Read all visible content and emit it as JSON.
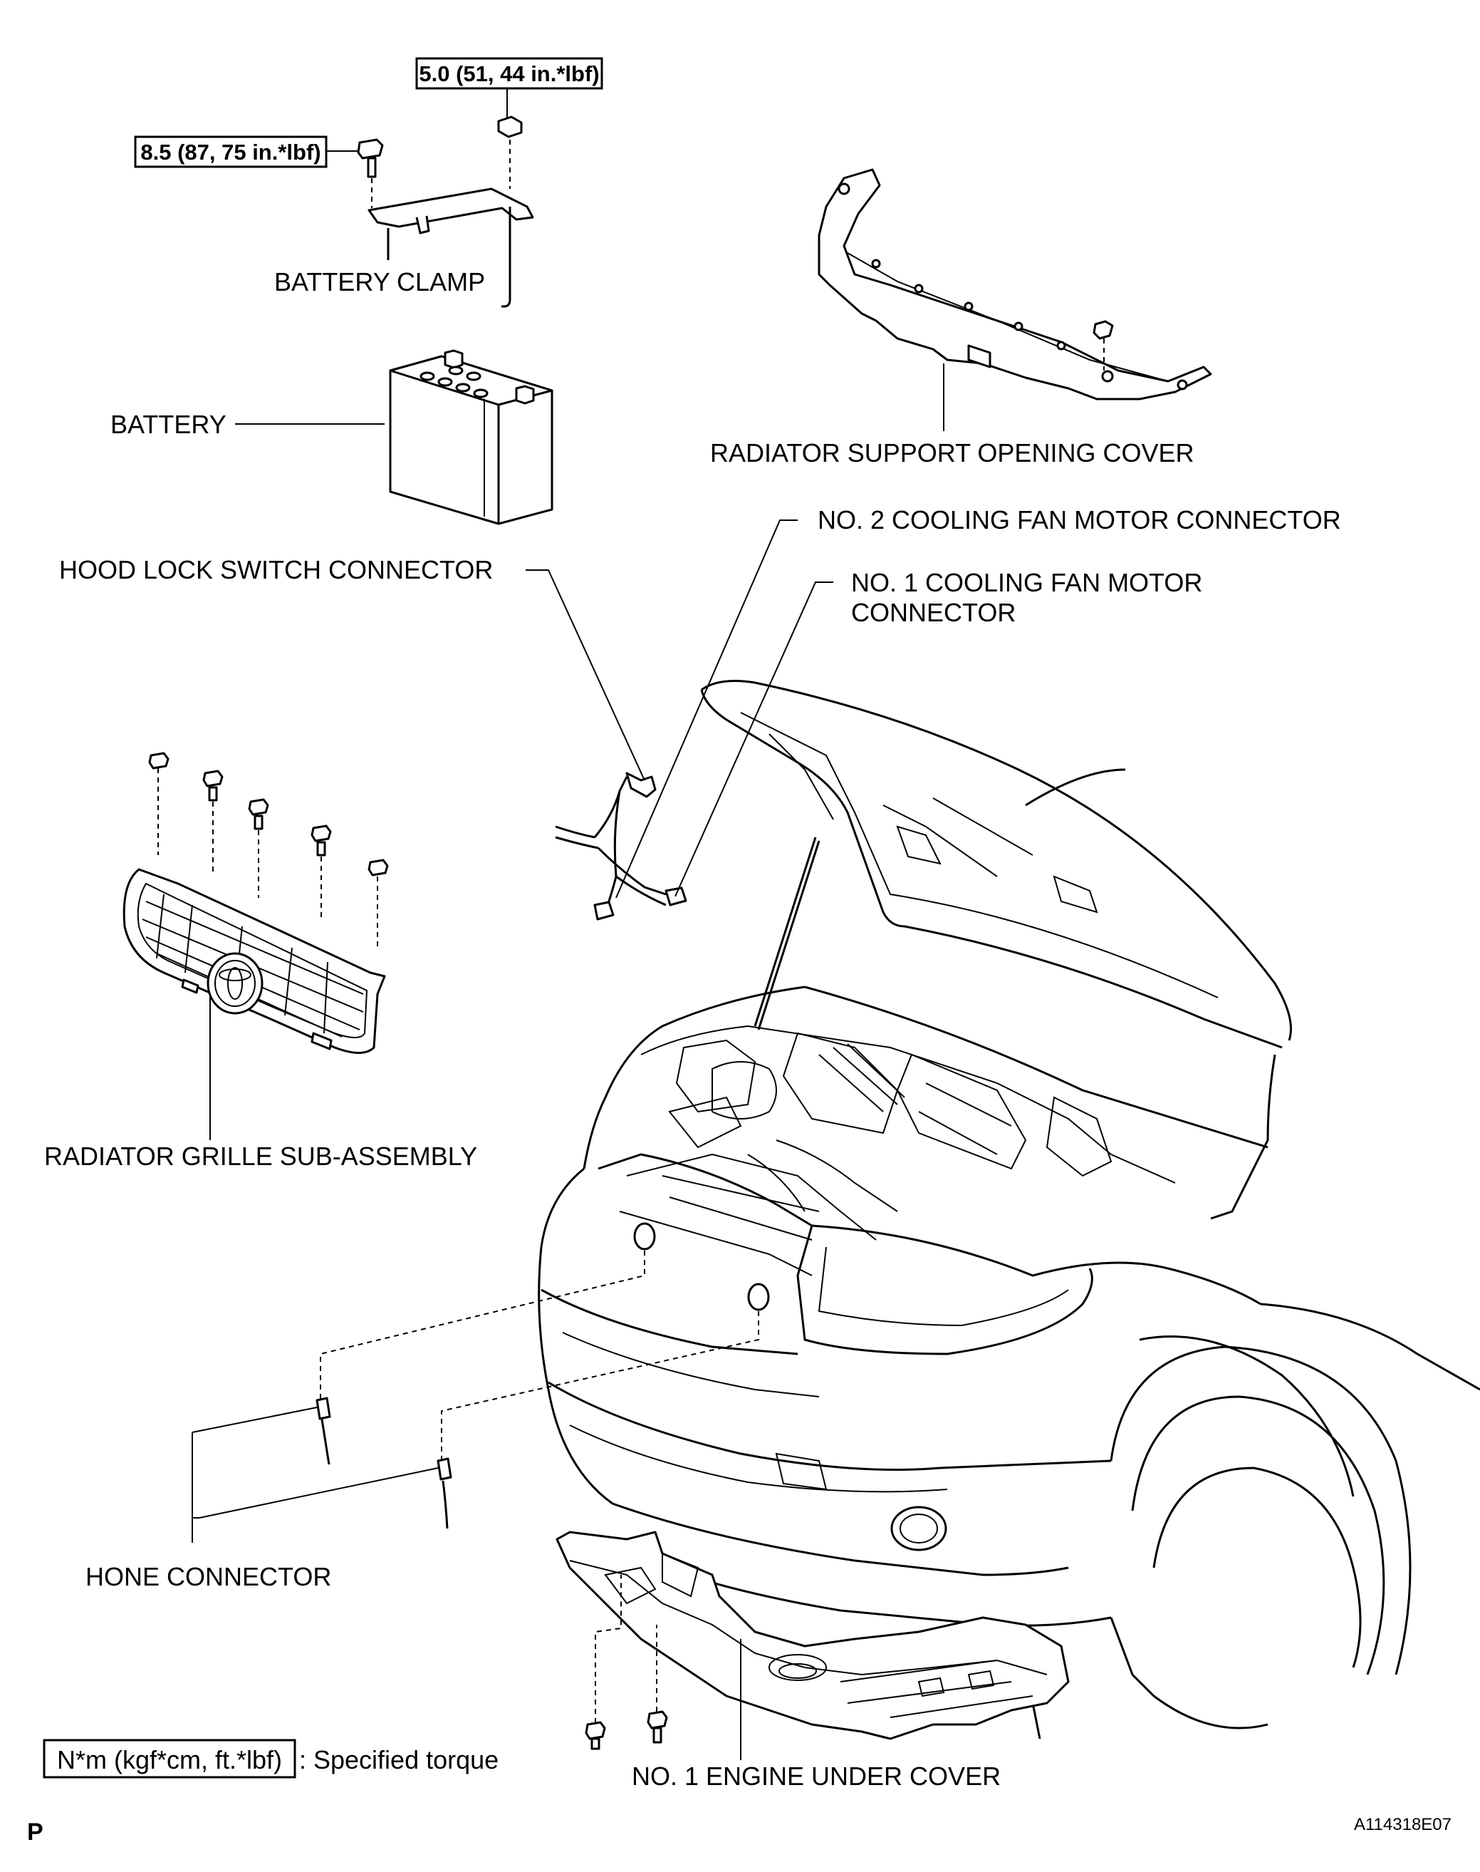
{
  "torque_specs": {
    "battery_clamp_nut": "5.0 (51, 44 in.*lbf)",
    "battery_clamp_bolt": "8.5 (87, 75 in.*lbf)"
  },
  "parts": {
    "battery_clamp": "BATTERY CLAMP",
    "battery": "BATTERY",
    "radiator_support_opening_cover": "RADIATOR SUPPORT OPENING COVER",
    "no2_cooling_fan_motor_connector": "NO. 2 COOLING FAN MOTOR CONNECTOR",
    "no1_cooling_fan_motor_connector_line1": "NO. 1 COOLING FAN MOTOR",
    "no1_cooling_fan_motor_connector_line2": "CONNECTOR",
    "hood_lock_switch_connector": "HOOD LOCK SWITCH CONNECTOR",
    "radiator_grille_sub_assembly": "RADIATOR GRILLE SUB-ASSEMBLY",
    "hone_connector": "HONE CONNECTOR",
    "no1_engine_under_cover": "NO. 1 ENGINE UNDER COVER"
  },
  "legend": {
    "torque_unit_box": "N*m (kgf*cm, ft.*lbf)",
    "torque_unit_desc": ": Specified torque"
  },
  "footer": {
    "page_marker": "P",
    "figure_id": "A114318E07"
  }
}
